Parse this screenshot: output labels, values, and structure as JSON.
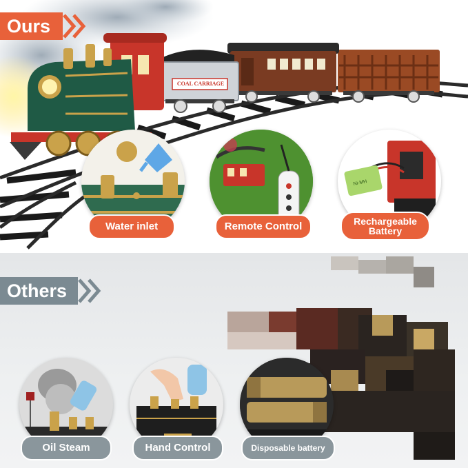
{
  "top": {
    "tag_label": "Ours",
    "features": [
      {
        "label": "Water inlet"
      },
      {
        "label": "Remote Control"
      },
      {
        "label": "Rechargeable Battery"
      }
    ],
    "coal_carriage_label": "COAL CARRIAGE"
  },
  "bottom": {
    "tag_label": "Others",
    "features": [
      {
        "label": "Oil Steam"
      },
      {
        "label": "Hand Control"
      },
      {
        "label": "Disposable battery"
      }
    ]
  },
  "colors": {
    "ours_accent": "#e8613a",
    "others_accent": "#7b8a92",
    "engine_green": "#1f5a45",
    "engine_red": "#c8352a",
    "carriage_brown": "#7a3b22",
    "freight_brown": "#9a4a24"
  }
}
